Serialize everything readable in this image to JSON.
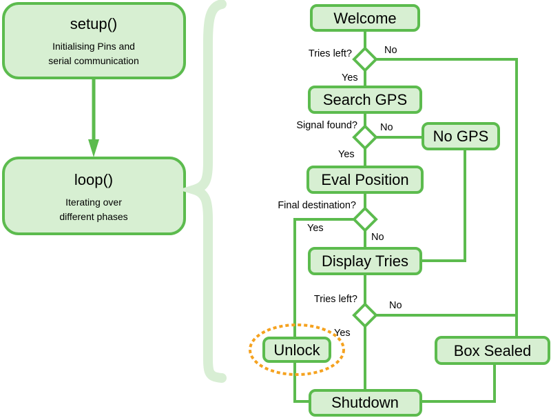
{
  "left": {
    "setup": {
      "title": "setup()",
      "desc_line1": "Initialising Pins and",
      "desc_line2": "serial communication"
    },
    "loop": {
      "title": "loop()",
      "desc_line1": "Iterating over",
      "desc_line2": "different phases"
    }
  },
  "flow": {
    "welcome": "Welcome",
    "search_gps": "Search GPS",
    "no_gps": "No GPS",
    "eval_position": "Eval Position",
    "display_tries": "Display Tries",
    "unlock": "Unlock",
    "box_sealed": "Box Sealed",
    "shutdown": "Shutdown",
    "q_tries_left_1": "Tries left?",
    "q_signal_found": "Signal found?",
    "q_final_destination": "Final destination?",
    "q_tries_left_2": "Tries left?",
    "yes": "Yes",
    "no": "No"
  },
  "colors": {
    "accent_green": "#5cbb4e",
    "box_fill_green": "#d7efd2",
    "brace": "#d8eed4",
    "highlight_orange": "#f5a21f"
  }
}
